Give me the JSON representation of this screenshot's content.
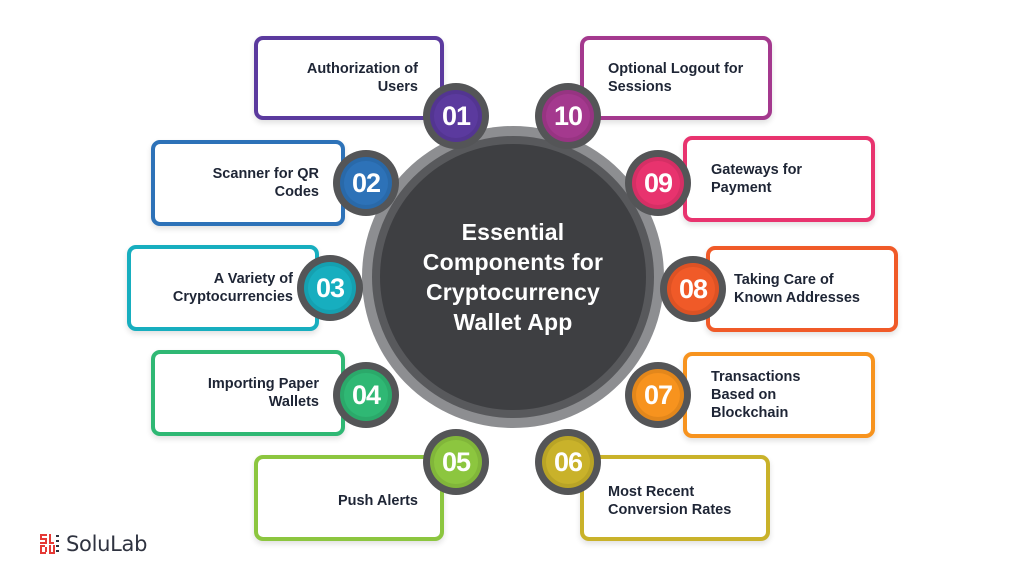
{
  "hub": {
    "title": "Essential Components for Cryptocurrency Wallet App",
    "colors": {
      "outer": "#8d8e91",
      "ring": "#58595c",
      "core": "#3e3f42"
    }
  },
  "items": [
    {
      "number": "01",
      "label": "Authorization of Users",
      "color": "#5b3a9e",
      "side": "left"
    },
    {
      "number": "02",
      "label": "Scanner for QR Codes",
      "color": "#2d72b8",
      "side": "left"
    },
    {
      "number": "03",
      "label": "A Variety of Cryptocurrencies",
      "color": "#17aebf",
      "side": "left"
    },
    {
      "number": "04",
      "label": "Importing Paper Wallets",
      "color": "#2fb874",
      "side": "left"
    },
    {
      "number": "05",
      "label": "Push Alerts",
      "color": "#8cc63f",
      "side": "left"
    },
    {
      "number": "06",
      "label": "Most Recent Conversion Rates",
      "color": "#c9b22a",
      "side": "right"
    },
    {
      "number": "07",
      "label": "Transactions Based on Blockchain",
      "color": "#f7931e",
      "side": "right"
    },
    {
      "number": "08",
      "label": "Taking Care of Known Addresses",
      "color": "#f05a28",
      "side": "right"
    },
    {
      "number": "09",
      "label": "Gateways for Payment",
      "color": "#e8336e",
      "side": "right"
    },
    {
      "number": "10",
      "label": "Optional Logout for Sessions",
      "color": "#a4398e",
      "side": "right"
    }
  ],
  "logo": {
    "text": "SoluLab",
    "icon": "solulab-logo-icon",
    "color": "#e53935"
  }
}
